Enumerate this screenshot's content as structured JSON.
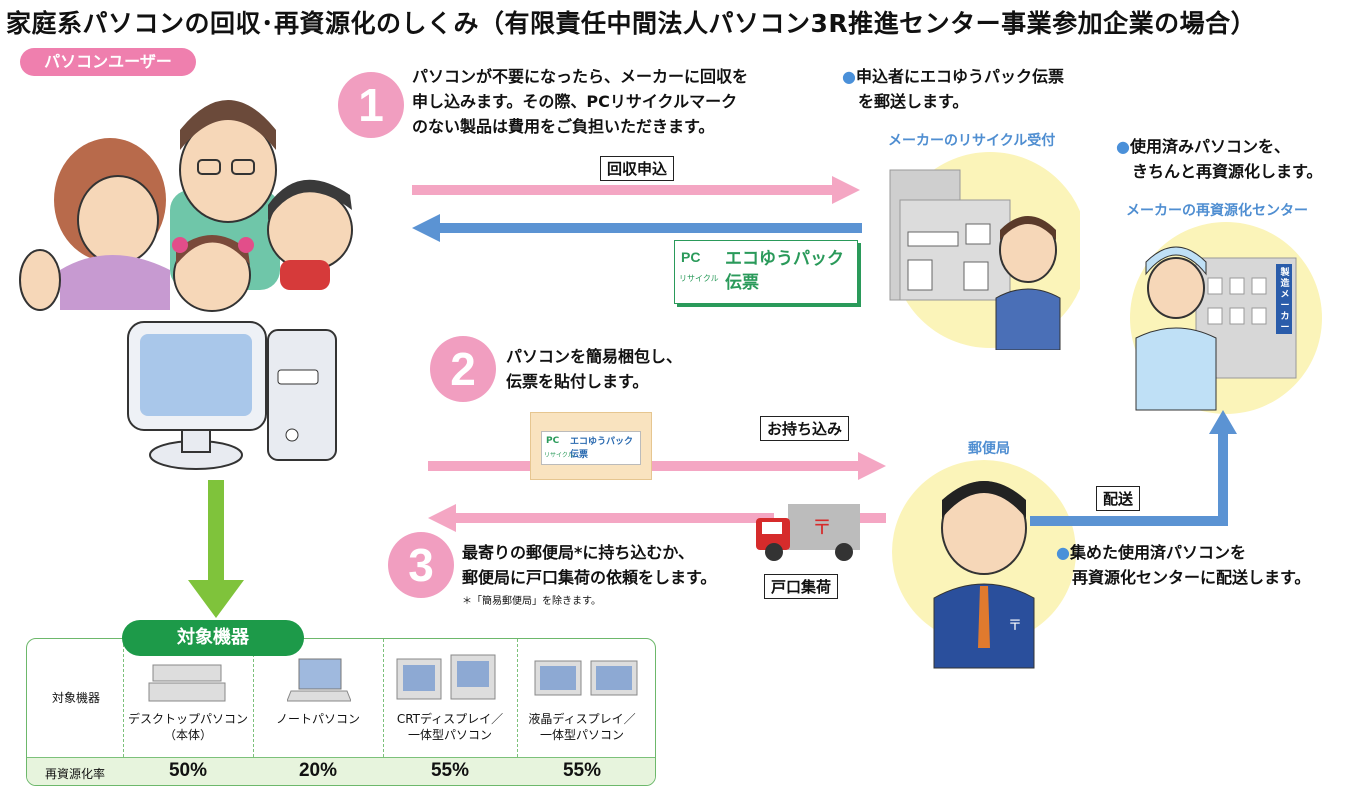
{
  "title": "家庭系パソコンの回収･再資源化のしくみ（有限責任中間法人パソコン3R推進センター事業参加企業の場合）",
  "user_badge": "パソコンユーザー",
  "steps": [
    {
      "num": "1",
      "text_lines": [
        "パソコンが不要になったら、メーカーに回収を",
        "申し込みます。その際、PCリサイクルマーク",
        "のない製品は費用をご負担いただきます。"
      ]
    },
    {
      "num": "2",
      "text_lines": [
        "パソコンを簡易梱包し、",
        "伝票を貼付します。"
      ]
    },
    {
      "num": "3",
      "text_lines": [
        "最寄りの郵便局*に持ち込むか、",
        "郵便局に戸口集荷の依頼をします。"
      ],
      "note": "＊「簡易郵便局」を除きます。"
    }
  ],
  "arrows": {
    "apply": "回収申込",
    "bring": "お持ち込み",
    "pickup": "戸口集荷",
    "deliver": "配送"
  },
  "slip": {
    "pc_mark": "PC",
    "pc_sub": "リサイクル",
    "line1": "エコゆうパック",
    "line2": "伝票"
  },
  "maker_reception": {
    "bullet": "●",
    "message_lines": [
      "申込者にエコゆうパック伝票",
      "を郵送します。"
    ],
    "label": "メーカーのリサイクル受付"
  },
  "recycling_center": {
    "bullet": "●",
    "message_lines": [
      "使用済みパソコンを、",
      "きちんと再資源化します。"
    ],
    "label": "メーカーの再資源化センター",
    "building_sign": "製造メーカー"
  },
  "post_office": {
    "label": "郵便局",
    "bullet": "●",
    "message_lines": [
      "集めた使用済パソコンを",
      "再資源化センターに配送します。"
    ]
  },
  "table": {
    "heading": "対象機器",
    "row_label": "対象機器",
    "rate_label": "再資源化率",
    "items": [
      {
        "name_lines": [
          "デスクトップパソコン",
          "（本体）"
        ],
        "rate": "50%"
      },
      {
        "name_lines": [
          "ノートパソコン",
          ""
        ],
        "rate": "20%"
      },
      {
        "name_lines": [
          "CRTディスプレイ／",
          "一体型パソコン"
        ],
        "rate": "55%"
      },
      {
        "name_lines": [
          "液晶ディスプレイ／",
          "一体型パソコン"
        ],
        "rate": "55%"
      }
    ]
  },
  "colors": {
    "pink": "#f4a6c3",
    "blue": "#5b93d3",
    "green": "#1d9a49",
    "yellow": "#fbf4b9"
  }
}
